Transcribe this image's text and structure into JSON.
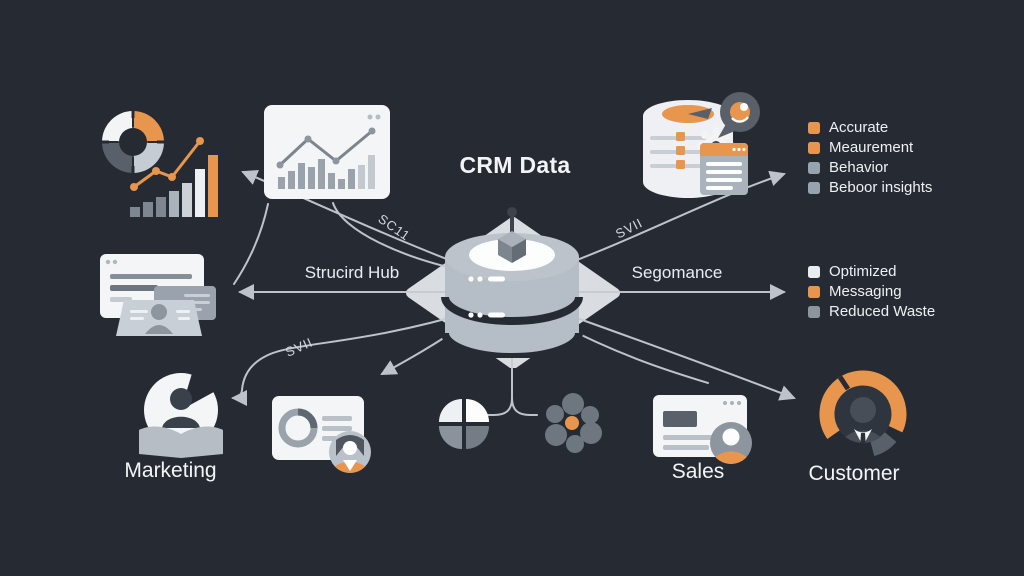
{
  "colors": {
    "background": "#262b33",
    "line": "#c7ccd3",
    "orange": "#e8964d",
    "light": "#f2f4f6",
    "gray": "#8d959e",
    "slate": "#59606a",
    "platform": "#d9dde2"
  },
  "title": "CRM Data",
  "hub": {
    "name": "CRM data hub",
    "left_label": "Strucird Hub",
    "right_label": "Segomance"
  },
  "edge_labels": {
    "top_left": "SC11",
    "top_right": "SVII",
    "bottom_left": "SVII"
  },
  "benefit_lists": {
    "measurement": {
      "items": [
        {
          "label": "Accurate",
          "color": "#e8964d"
        },
        {
          "label": "Meaurement",
          "color": "#e8964d"
        },
        {
          "label": "Behavior",
          "color": "#97a3af"
        },
        {
          "label": "Beboor insights",
          "color": "#97a3af"
        }
      ]
    },
    "optimization": {
      "items": [
        {
          "label": "Optimized",
          "color": "#e9edf0"
        },
        {
          "label": "Messaging",
          "color": "#e8964d"
        },
        {
          "label": "Reduced Waste",
          "color": "#8d959e"
        }
      ]
    }
  },
  "nodes": {
    "marketing": {
      "label": "Marketing",
      "icon": "person-book-icon"
    },
    "sales": {
      "label": "Sales",
      "icon": "browser-avatar-icon"
    },
    "customer": {
      "label": "Customer",
      "icon": "avatar-orange-ring-icon"
    }
  },
  "icons": {
    "top_left": "analytics-donut-bars-icon",
    "top_center": "browser-chart-icon",
    "top_right": "database-gear-report-icon",
    "mid_left": "stacked-windows-profile-icon",
    "bottom_card": "report-donut-avatar-icon",
    "bottom_pie": "pie-quadrants-icon",
    "bottom_cluster": "circle-cluster-icon",
    "center": "crm-database-icon"
  }
}
